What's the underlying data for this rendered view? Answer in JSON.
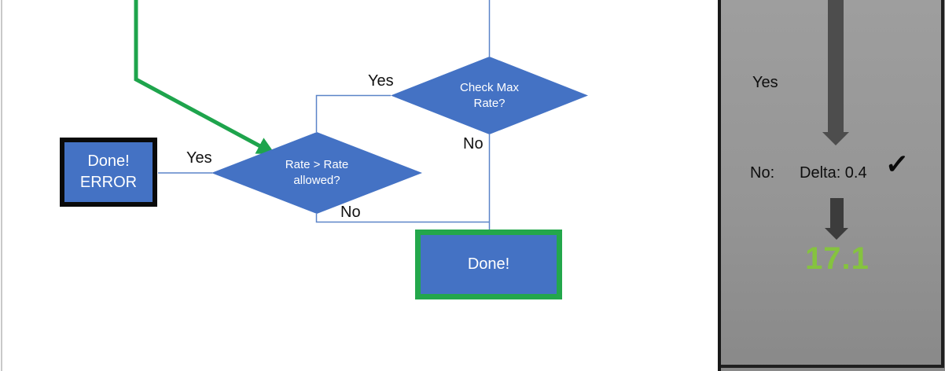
{
  "flowchart": {
    "decision_check_max_rate": {
      "line1": "Check Max",
      "line2": "Rate?"
    },
    "decision_rate_allowed": {
      "line1": "Rate > Rate",
      "line2": "allowed?"
    },
    "done_error_box": {
      "line1": "Done!",
      "line2": "ERROR"
    },
    "done_box": {
      "label": "Done!"
    },
    "edge_labels": {
      "check_max_rate_yes": "Yes",
      "check_max_rate_no": "No",
      "rate_allowed_yes": "Yes",
      "rate_allowed_no": "No"
    }
  },
  "side_panel": {
    "yes_label": "Yes",
    "no_prefix": "No:",
    "delta_text": "Delta: 0.4",
    "checkmark": "✓",
    "result_value": "17.1"
  },
  "colors": {
    "shape_blue": "#4472C4",
    "connector_blue": "#5b84c8",
    "flow_green": "#1EA44C",
    "done_border_green": "#23a74b",
    "result_green": "#85C33F",
    "panel_gray": "#989898",
    "arrow_gray": "#4d4d4d",
    "error_border_black": "#0a0a0a"
  }
}
